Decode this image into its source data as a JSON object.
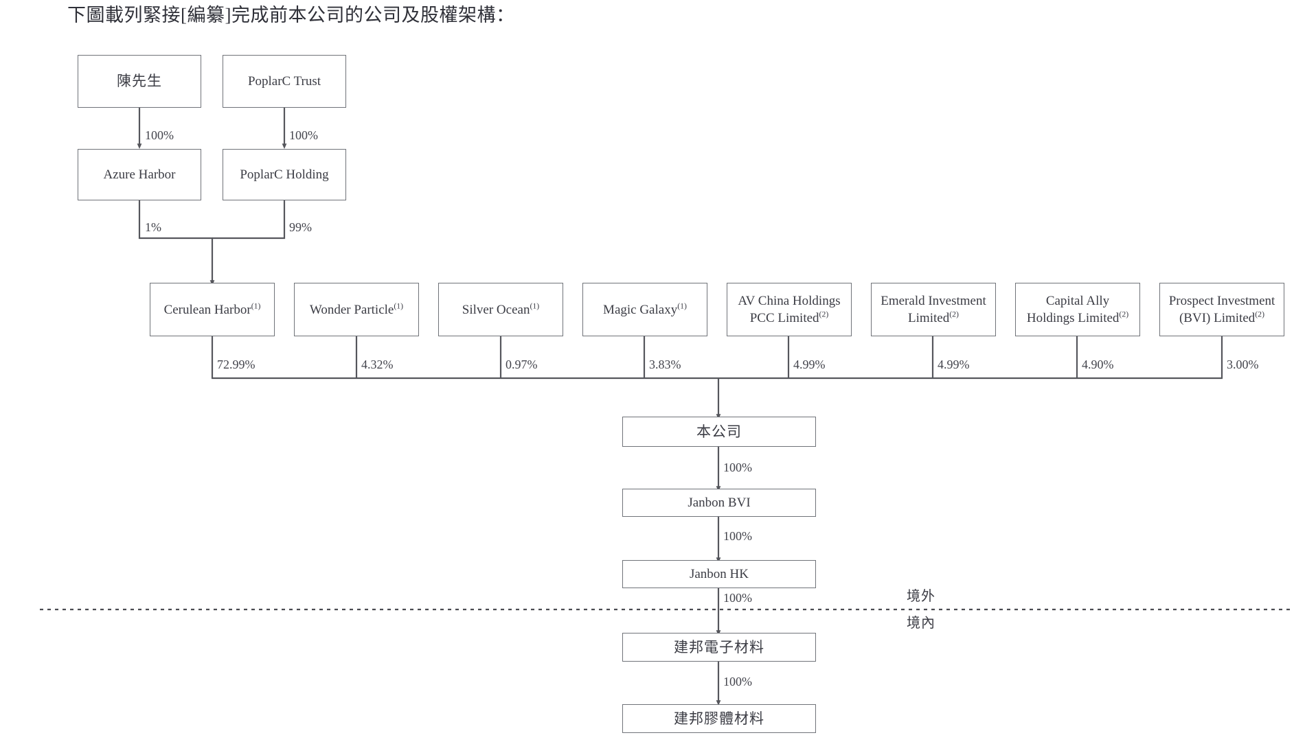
{
  "caption": "下圖載列緊接[編纂]完成前本公司的公司及股權架構：",
  "colors": {
    "box_border": "#6f7278",
    "line": "#55565c",
    "text": "#3b3c44",
    "background": "#ffffff"
  },
  "nodes": {
    "mr_chen": {
      "label": "陳先生",
      "cjk": true
    },
    "poplarc_trust": {
      "label": "PoplarC Trust",
      "cjk": false
    },
    "azure_harbor": {
      "label": "Azure Harbor",
      "cjk": false
    },
    "poplarc_holding": {
      "label": "PoplarC Holding",
      "cjk": false
    },
    "company": {
      "label": "本公司",
      "cjk": true
    },
    "janbon_bvi": {
      "label": "Janbon BVI",
      "cjk": false
    },
    "janbon_hk": {
      "label": "Janbon HK",
      "cjk": false
    },
    "jianbang_electronic": {
      "label": "建邦電子材料",
      "cjk": true
    },
    "jianbang_colloid": {
      "label": "建邦膠體材料",
      "cjk": true
    }
  },
  "shareholders": [
    {
      "name": "Cerulean Harbor",
      "footnote": "(1)",
      "pct": "72.99%",
      "lines": [
        "Cerulean Harbor"
      ]
    },
    {
      "name": "Wonder Particle",
      "footnote": "(1)",
      "pct": "4.32%",
      "lines": [
        "Wonder Particle"
      ]
    },
    {
      "name": "Silver Ocean",
      "footnote": "(1)",
      "pct": "0.97%",
      "lines": [
        "Silver Ocean"
      ]
    },
    {
      "name": "Magic Galaxy",
      "footnote": "(1)",
      "pct": "3.83%",
      "lines": [
        "Magic Galaxy"
      ]
    },
    {
      "name": "AV China Holdings PCC Limited",
      "footnote": "(2)",
      "pct": "4.99%",
      "lines": [
        "AV China Holdings",
        "PCC Limited"
      ]
    },
    {
      "name": "Emerald Investment Limited",
      "footnote": "(2)",
      "pct": "4.99%",
      "lines": [
        "Emerald Investment",
        "Limited"
      ]
    },
    {
      "name": "Capital Ally Holdings Limited",
      "footnote": "(2)",
      "pct": "4.90%",
      "lines": [
        "Capital Ally",
        "Holdings Limited"
      ]
    },
    {
      "name": "Prospect Investment (BVI) Limited",
      "footnote": "(2)",
      "pct": "3.00%",
      "lines": [
        "Prospect Investment",
        "(BVI) Limited"
      ]
    }
  ],
  "edges": {
    "chen_to_azure": "100%",
    "trust_to_holding": "100%",
    "azure_to_cerulean": "1%",
    "holding_to_cerulean": "99%",
    "company_to_janbon_bvi": "100%",
    "janbon_bvi_to_janbon_hk": "100%",
    "janbon_hk_to_electronic": "100%",
    "electronic_to_colloid": "100%"
  },
  "zones": {
    "offshore": "境外",
    "onshore": "境內"
  }
}
